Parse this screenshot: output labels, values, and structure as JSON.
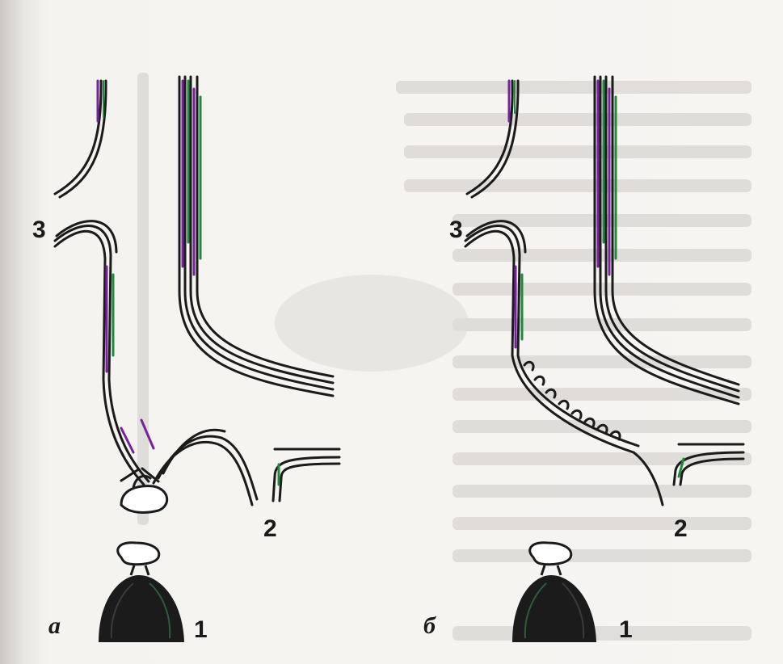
{
  "figure": {
    "panels": [
      {
        "letter": "а",
        "labels": {
          "one": "1",
          "two": "2",
          "three": "3"
        }
      },
      {
        "letter": "б",
        "labels": {
          "one": "1",
          "two": "2",
          "three": "3"
        }
      }
    ]
  },
  "colors": {
    "ink": "#1b1b1b",
    "fringe_purple": "#7a1f9e",
    "fringe_green": "#1f8a3a",
    "bleed_text": "#c8c6c4"
  }
}
